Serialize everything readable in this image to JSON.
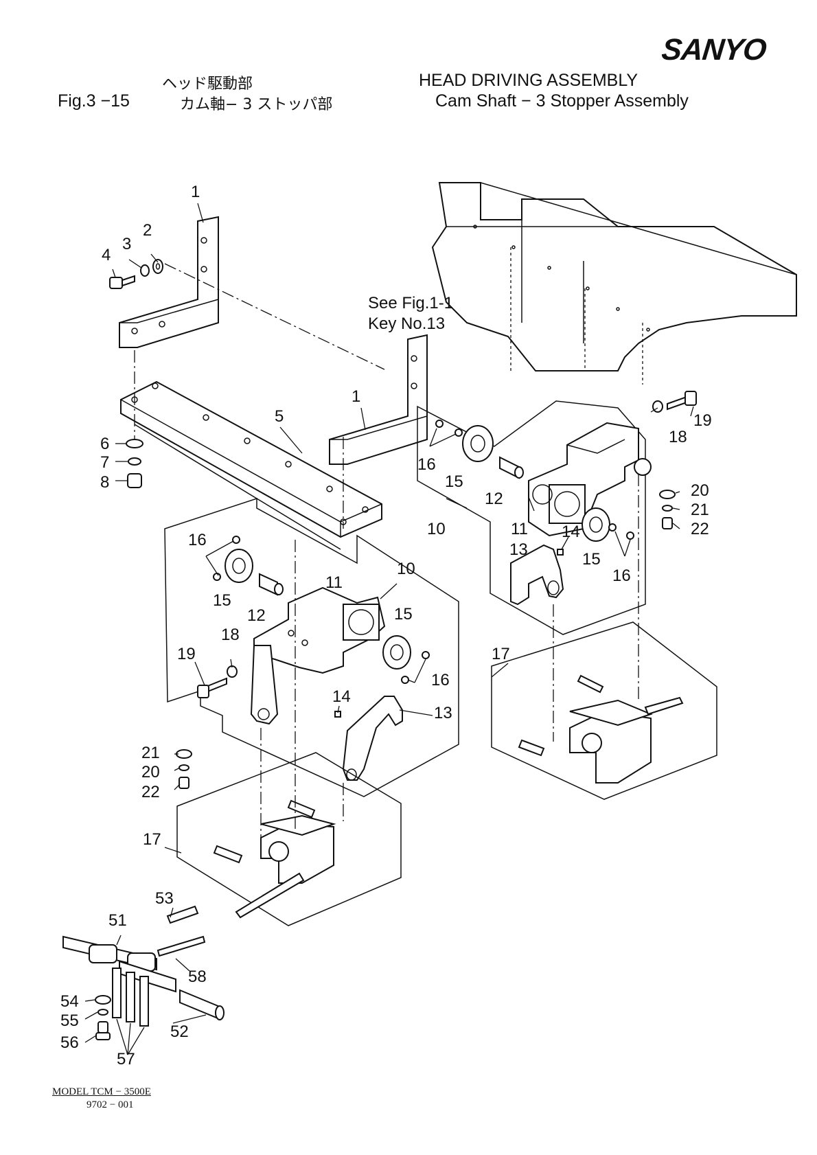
{
  "header": {
    "brand": "SANYO",
    "title_jp": "ヘッド駆動部",
    "title_en": "HEAD  DRIVING  ASSEMBLY",
    "fig_no": "Fig.3 −15",
    "subtitle_jp": "カム軸− 3  ストッパ部",
    "subtitle_en": "Cam  Shaft − 3  Stopper  Assembly"
  },
  "reference_note": {
    "line1": "See Fig.1-1",
    "line2": "Key No.13"
  },
  "callouts": {
    "c1a": "1",
    "c2": "2",
    "c3": "3",
    "c4": "4",
    "c1b": "1",
    "c5": "5",
    "c6": "6",
    "c7": "7",
    "c8": "8",
    "r16a": "16",
    "r15a": "15",
    "r12": "12",
    "r10": "10",
    "r11": "11",
    "r14": "14",
    "r13": "13",
    "r15b": "15",
    "r16b": "16",
    "r19": "19",
    "r18": "18",
    "r20": "20",
    "r21": "21",
    "r22": "22",
    "l16a": "16",
    "l15a": "15",
    "l12": "12",
    "l11": "11",
    "l10": "10",
    "l15b": "15",
    "l16b": "16",
    "l18": "18",
    "l19": "19",
    "l14": "14",
    "l13": "13",
    "l21": "21",
    "l20": "20",
    "l22": "22",
    "r17": "17",
    "l17": "17",
    "c53": "53",
    "c51": "51",
    "c58": "58",
    "c54": "54",
    "c55": "55",
    "c56": "56",
    "c52": "52",
    "c57": "57"
  },
  "footer": {
    "model": "MODEL  TCM − 3500E",
    "code": "9702 − 001"
  }
}
